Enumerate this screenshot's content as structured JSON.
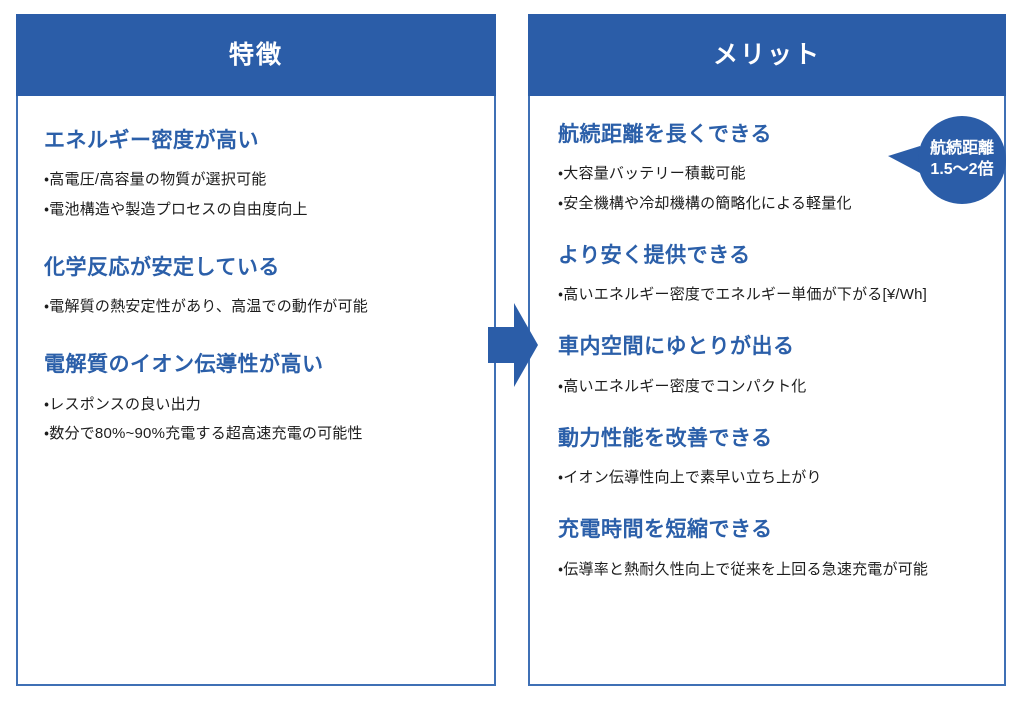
{
  "colors": {
    "header_blue": "#2b5da8",
    "border_blue": "#3f70b5",
    "heading_blue": "#2b5fa9",
    "body_text": "#1c1c1c",
    "badge_blue": "#2b5da8",
    "arrow_blue": "#2b5da8"
  },
  "panels": [
    {
      "key": "features",
      "header": "特徴",
      "sections": [
        {
          "title": "エネルギー密度が高い",
          "bullets": [
            "・高電圧/高容量の物質が選択可能",
            "・電池構造や製造プロセスの自由度向上"
          ]
        },
        {
          "title": "化学反応が安定している",
          "bullets": [
            "・電解質の熱安定性があり、高温での動作が可能"
          ]
        },
        {
          "title": "電解質のイオン伝導性が高い",
          "bullets": [
            "・レスポンスの良い出力",
            "・数分で80%~90%充電する超高速充電の可能性"
          ]
        }
      ]
    },
    {
      "key": "merits",
      "header": "メリット",
      "sections": [
        {
          "title": "航続距離を長くできる",
          "bullets": [
            "・大容量バッテリー積載可能",
            "・安全機構や冷却機構の簡略化による軽量化"
          ]
        },
        {
          "title": "より安く提供できる",
          "bullets": [
            "・高いエネルギー密度でエネルギー単価が下がる[¥/Wh]"
          ]
        },
        {
          "title": "車内空間にゆとりが出る",
          "bullets": [
            "・高いエネルギー密度でコンパクト化"
          ]
        },
        {
          "title": "動力性能を改善できる",
          "bullets": [
            "・イオン伝導性向上で素早い立ち上がり"
          ]
        },
        {
          "title": "充電時間を短縮できる",
          "bullets": [
            "・伝導率と熱耐久性向上で従来を上回る急速充電が可能"
          ]
        }
      ]
    }
  ],
  "badge": {
    "line1": "航続距離",
    "line2": "1.5〜2倍"
  },
  "arrow": {
    "direction": "right"
  }
}
